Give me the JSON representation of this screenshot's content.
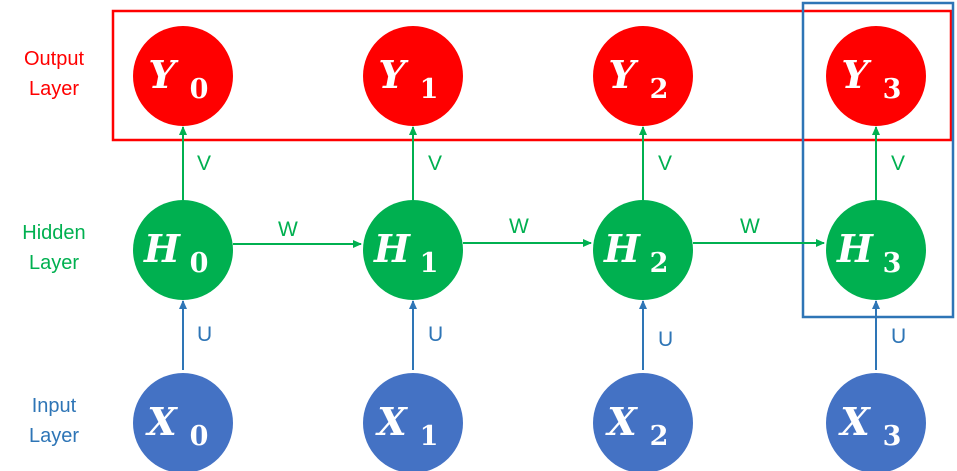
{
  "layers": {
    "output": {
      "line1": "Output",
      "line2": "Layer",
      "color": "#ff0000"
    },
    "hidden": {
      "line1": "Hidden",
      "line2": "Layer",
      "color": "#00b050"
    },
    "input": {
      "line1": "Input",
      "line2": "Layer",
      "color": "#2e75b6"
    }
  },
  "colors": {
    "output_node": "#ff0000",
    "hidden_node": "#00b050",
    "input_node": "#4472c4",
    "node_text": "#ffffff",
    "output_box": "#ff0000",
    "step_box": "#2e75b6",
    "arrow_up_vu": "#2e75b6"
  },
  "nodes": {
    "output": [
      {
        "letter": "Y",
        "sub": "0"
      },
      {
        "letter": "Y",
        "sub": "1"
      },
      {
        "letter": "Y",
        "sub": "2"
      },
      {
        "letter": "Y",
        "sub": "3"
      }
    ],
    "hidden": [
      {
        "letter": "H",
        "sub": "0"
      },
      {
        "letter": "H",
        "sub": "1"
      },
      {
        "letter": "H",
        "sub": "2"
      },
      {
        "letter": "H",
        "sub": "3"
      }
    ],
    "input": [
      {
        "letter": "X",
        "sub": "0"
      },
      {
        "letter": "X",
        "sub": "1"
      },
      {
        "letter": "X",
        "sub": "2"
      },
      {
        "letter": "X",
        "sub": "3"
      }
    ]
  },
  "edges": {
    "v_label": "V",
    "u_label": "U",
    "w_label": "W"
  }
}
